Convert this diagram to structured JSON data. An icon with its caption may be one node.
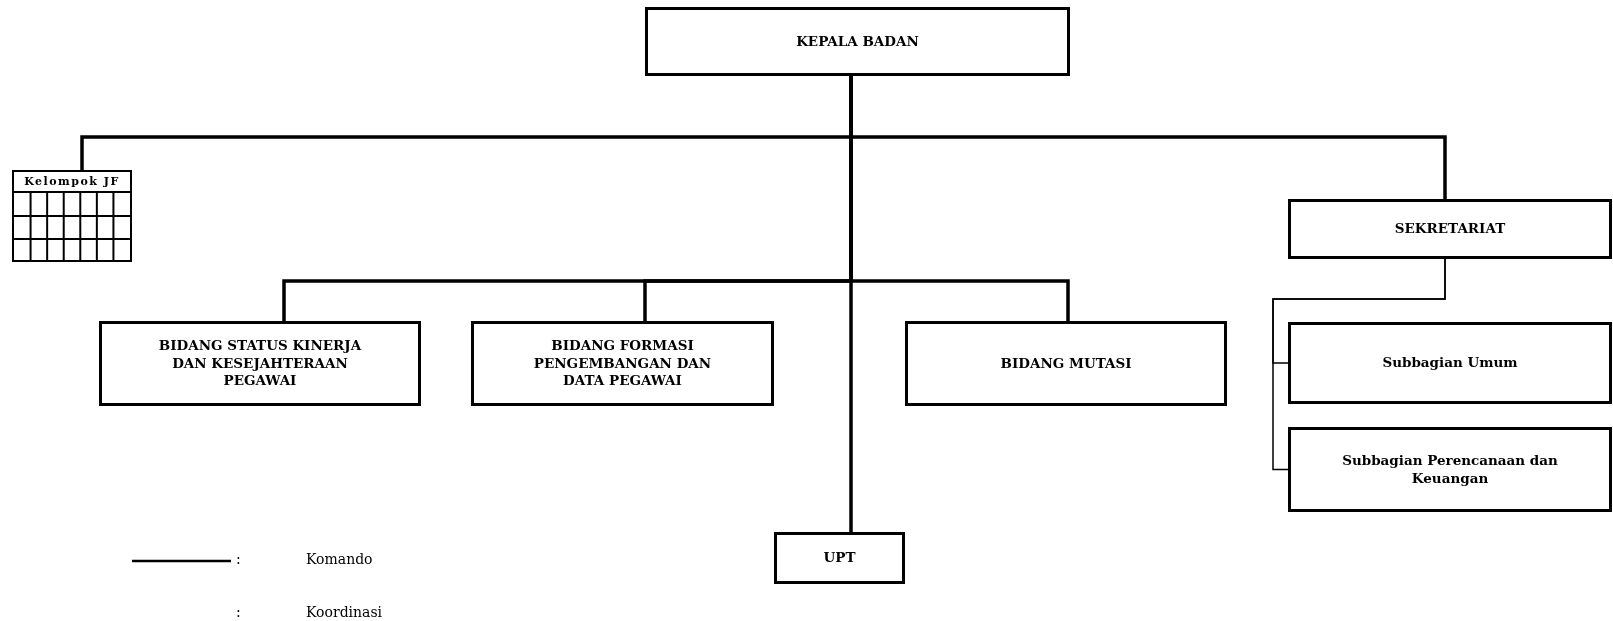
{
  "diagram": {
    "nodes": [
      {
        "text": [
          "KEPALA BADAN"
        ]
      },
      {
        "text": [
          "Kelompok JF"
        ]
      },
      {
        "text": [
          "SEKRETARIAT"
        ]
      },
      {
        "text": [
          "BIDANG STATUS KINERJA DAN KESEJAHTERAAN PEGAWAI"
        ]
      },
      {
        "text": [
          "BIDANG FORMASI PENGEMBANGAN DAN DATA PEGAWAI"
        ]
      },
      {
        "text": [
          "BIDANG MUTASI"
        ]
      },
      {
        "text": [
          "UPT"
        ]
      },
      {
        "text": [
          "Subbagian Umum"
        ]
      },
      {
        "text": [
          "Subbagian Perencanaan dan Keuangan"
        ]
      }
    ],
    "edges": [
      {
        "from": 0,
        "to": 1,
        "arrow": "none"
      },
      {
        "from": 0,
        "to": 2,
        "arrow": "none"
      },
      {
        "from": 0,
        "to": 3,
        "arrow": "none"
      },
      {
        "from": 0,
        "to": 4,
        "arrow": "none"
      },
      {
        "from": 0,
        "to": 5,
        "arrow": "none"
      },
      {
        "from": 0,
        "to": 6,
        "arrow": "none"
      },
      {
        "from": 2,
        "to": 7,
        "arrow": "none"
      },
      {
        "from": 2,
        "to": 8,
        "arrow": "none"
      }
    ],
    "labels": [
      ":",
      ":"
    ],
    "legend": [
      {
        "text": "Komando"
      },
      {
        "text": "Koordinasi"
      }
    ]
  }
}
